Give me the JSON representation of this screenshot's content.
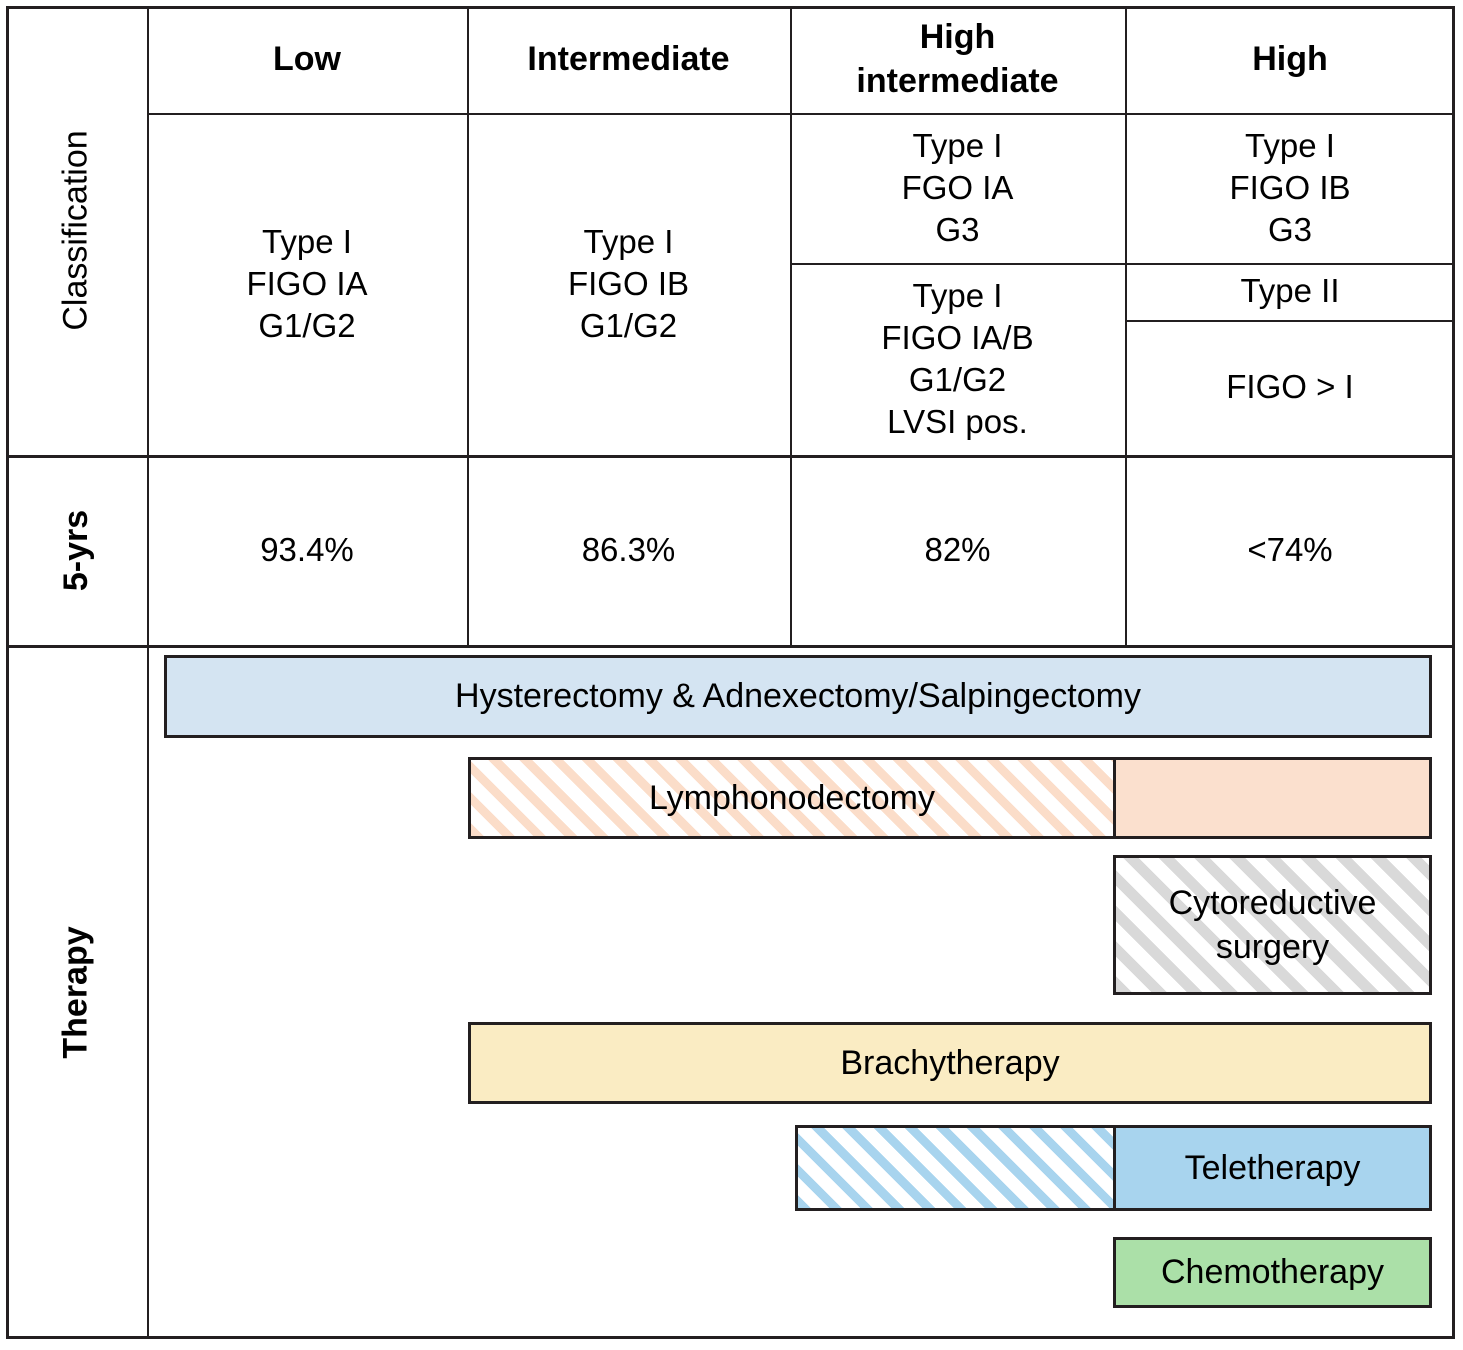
{
  "figure": {
    "title": "Endometrial cancer risk groups: classification, 5-year survival and therapy",
    "accent_colors": {
      "surgery_blue": "#d4e4f2",
      "lymph_peach": "#fbe0ce",
      "brachy_yellow": "#faecc3",
      "tele_blue": "#a8d4ee",
      "chemo_green": "#abe0a8",
      "hatch_gray": "#d9d9d9",
      "rule": "#231f20"
    }
  },
  "columns": [
    {
      "id": "low",
      "header": "Low"
    },
    {
      "id": "intermediate",
      "header": "Intermediate"
    },
    {
      "id": "high_intermediate",
      "header_line1": "High",
      "header_line2": "intermediate"
    },
    {
      "id": "high",
      "header": "High"
    }
  ],
  "row_labels": {
    "classification": "Classification",
    "five_years": "5-yrs",
    "therapy": "Therapy"
  },
  "classification": {
    "low": {
      "line1": "Type I",
      "line2": "FIGO IA",
      "line3": "G1/G2"
    },
    "intermediate": {
      "line1": "Type I",
      "line2": "FIGO IB",
      "line3": "G1/G2"
    },
    "high_intermediate_a": {
      "line1": "Type I",
      "line2": "FGO IA",
      "line3": "G3"
    },
    "high_intermediate_b": {
      "line1": "Type I",
      "line2": "FIGO IA/B",
      "line3": "G1/G2",
      "line4": "LVSI pos."
    },
    "high_a": {
      "line1": "Type I",
      "line2": "FIGO IB",
      "line3": "G3"
    },
    "high_b": {
      "line1": "Type II"
    },
    "high_c": {
      "line1": "FIGO > I"
    }
  },
  "five_year_survival": {
    "low": "93.4%",
    "intermediate": "86.3%",
    "high_intermediate": "82%",
    "high": "<74%"
  },
  "therapy_bars": [
    {
      "id": "hysterectomy",
      "label": "Hysterectomy & Adnexectomy/Salpingectomy",
      "style": "solid-blue",
      "split": false
    },
    {
      "id": "lymphonodectomy",
      "label": "Lymphonodectomy",
      "style": "hatch-peach",
      "split": true,
      "solid_style": "solid-peach",
      "solid_label": ""
    },
    {
      "id": "cytoreductive-surgery",
      "label_line1": "Cytoreductive",
      "label_line2": "surgery",
      "style": "hatch-gray",
      "split": false
    },
    {
      "id": "brachytherapy",
      "label": "Brachytherapy",
      "style": "solid-yellow",
      "split": false
    },
    {
      "id": "teletherapy",
      "label": "",
      "style": "hatch-blue",
      "split": true,
      "solid_style": "solid-ltblue",
      "solid_label": "Teletherapy"
    },
    {
      "id": "chemotherapy",
      "label": "Chemotherapy",
      "style": "solid-green",
      "split": false
    }
  ]
}
